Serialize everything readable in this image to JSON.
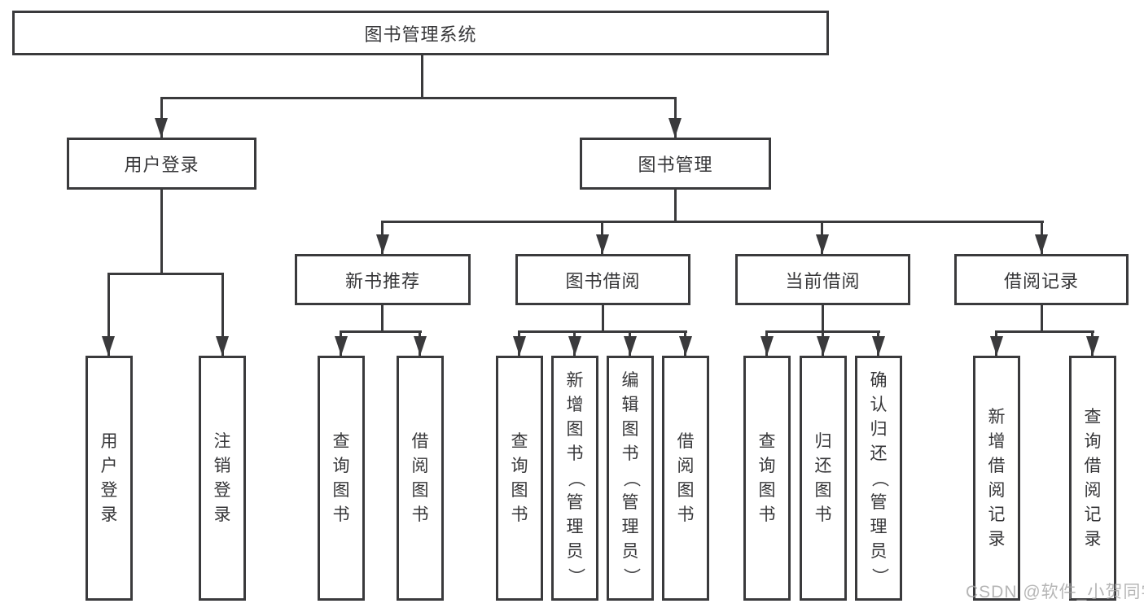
{
  "diagram": {
    "type": "hierarchy-tree",
    "colors": {
      "line": "#3a3a3c",
      "text": "#363638",
      "background": "#ffffff",
      "watermark": "#a4a4a4"
    },
    "nodes": {
      "root": {
        "label": "图书管理系统"
      },
      "level2": [
        {
          "id": "user-login",
          "label": "用户登录"
        },
        {
          "id": "book-management",
          "label": "图书管理"
        }
      ],
      "level3": [
        {
          "id": "new-book-recommend",
          "parent": "图书管理",
          "label": "新书推荐"
        },
        {
          "id": "book-borrow",
          "parent": "图书管理",
          "label": "图书借阅"
        },
        {
          "id": "current-borrow",
          "parent": "图书管理",
          "label": "当前借阅"
        },
        {
          "id": "borrow-records",
          "parent": "图书管理",
          "label": "借阅记录"
        }
      ],
      "leaves": [
        {
          "parent": "用户登录",
          "label": "用户登录"
        },
        {
          "parent": "用户登录",
          "label": "注销登录"
        },
        {
          "parent": "新书推荐",
          "label": "查询图书"
        },
        {
          "parent": "新书推荐",
          "label": "借阅图书"
        },
        {
          "parent": "图书借阅",
          "label": "查询图书"
        },
        {
          "parent": "图书借阅",
          "label": "新增图书（管理员）"
        },
        {
          "parent": "图书借阅",
          "label": "编辑图书（管理员）"
        },
        {
          "parent": "图书借阅",
          "label": "借阅图书"
        },
        {
          "parent": "当前借阅",
          "label": "查询图书"
        },
        {
          "parent": "当前借阅",
          "label": "归还图书"
        },
        {
          "parent": "当前借阅",
          "label": "确认归还（管理员）"
        },
        {
          "parent": "借阅记录",
          "label": "新增借阅记录"
        },
        {
          "parent": "借阅记录",
          "label": "查询借阅记录"
        }
      ]
    },
    "watermark": "CSDN @软件_小贺同学"
  }
}
